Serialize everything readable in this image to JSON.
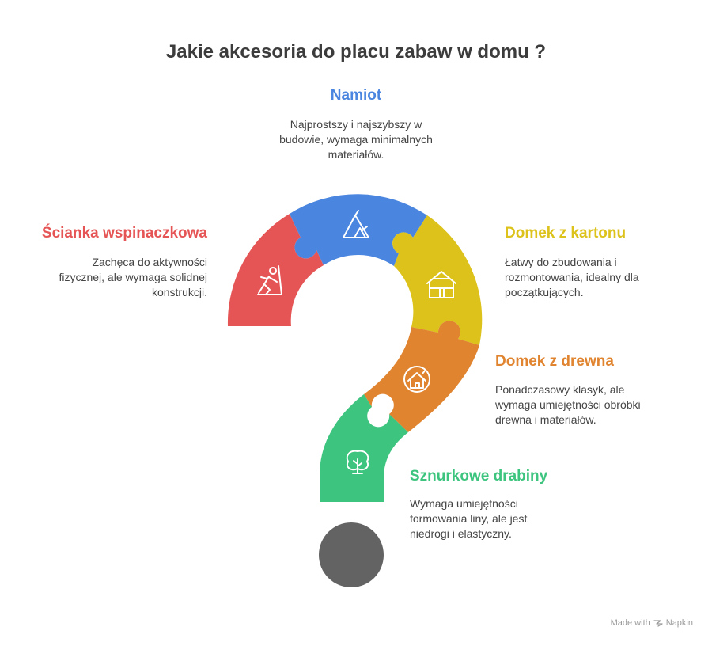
{
  "title": "Jakie akcesoria do placu zabaw w domu ?",
  "items": [
    {
      "title": "Namiot",
      "desc": [
        "Najprostszy i najszybszy w",
        "budowie, wymaga minimalnych",
        "materiałów."
      ],
      "color": "#4a86e0",
      "icon": "tent-icon"
    },
    {
      "title": "Ścianka wspinaczkowa",
      "desc": [
        "Zachęca do aktywności",
        "fizycznej, ale wymaga solidnej",
        "konstrukcji."
      ],
      "color": "#e65555",
      "icon": "climber-icon"
    },
    {
      "title": "Domek z kartonu",
      "desc": [
        "Łatwy do zbudowania i",
        "rozmontowania, idealny dla",
        "początkujących."
      ],
      "color": "#dcc21a",
      "icon": "cardboard-house-icon"
    },
    {
      "title": "Domek z drewna",
      "desc": [
        "Ponadczasowy klasyk, ale",
        "wymaga umiejętności obróbki",
        "drewna i materiałów."
      ],
      "color": "#e08430",
      "icon": "wooden-house-icon"
    },
    {
      "title": "Sznurkowe drabiny",
      "desc": [
        "Wymaga umiejętności",
        "formowania liny, ale jest",
        "niedrogi i elastyczny."
      ],
      "color": "#3dc47e",
      "icon": "tree-icon"
    }
  ],
  "credit": {
    "prefix": "Made with",
    "brand": "Napkin"
  }
}
